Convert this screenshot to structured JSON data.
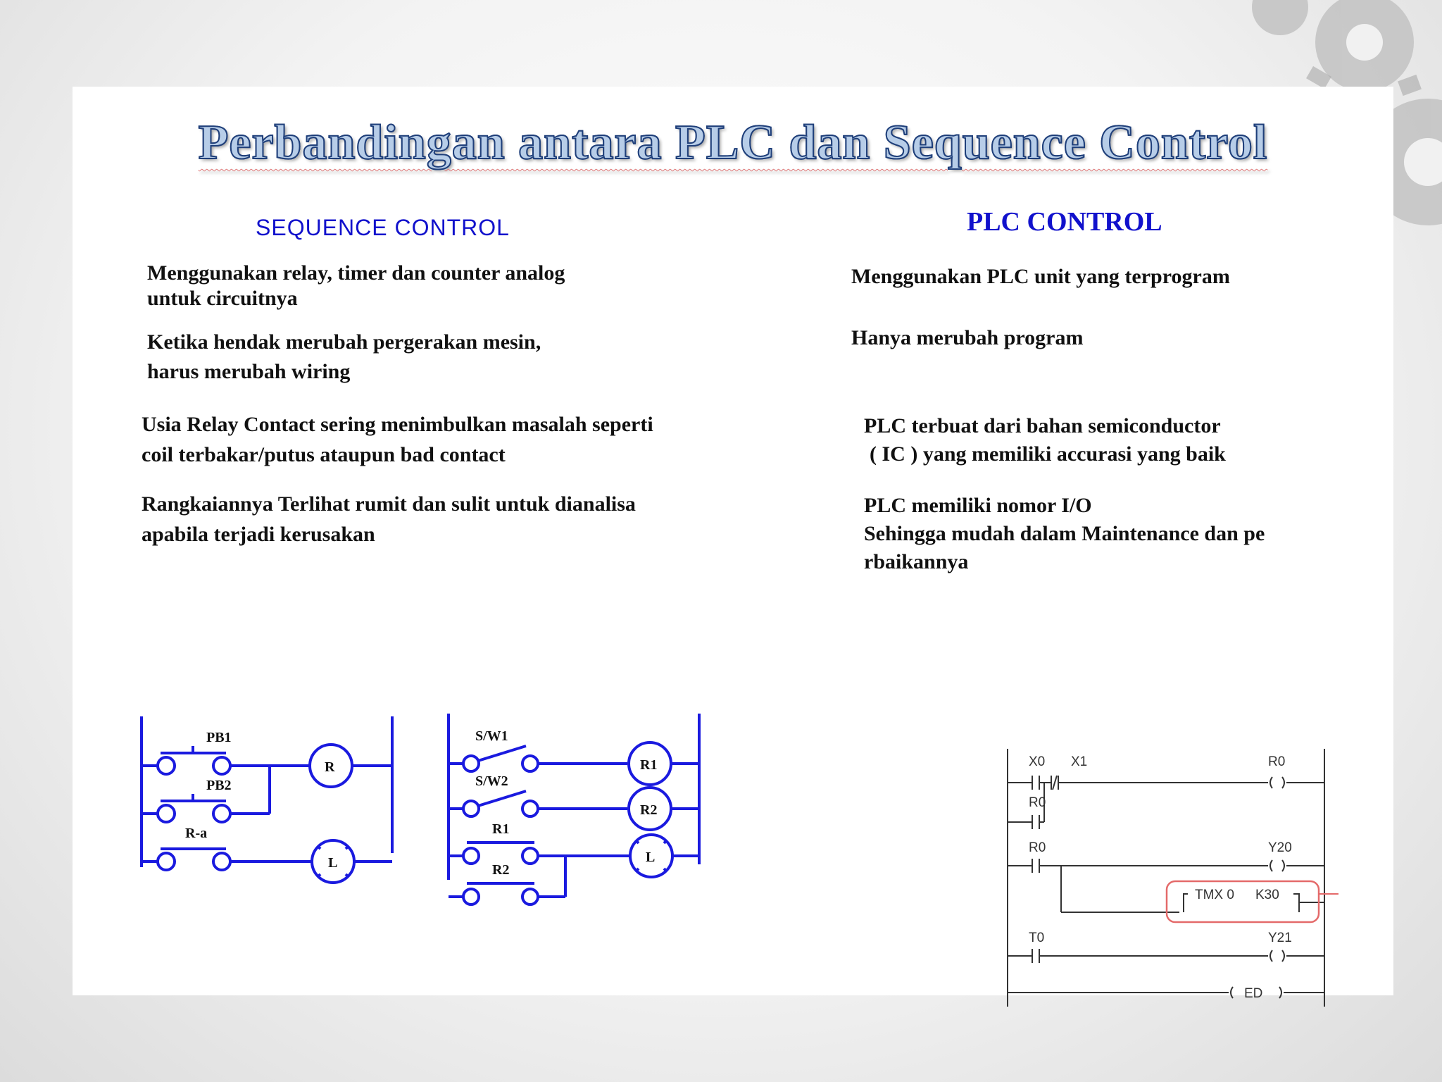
{
  "slide": {
    "title": "Perbandingan antara PLC dan Sequence Control"
  },
  "sequence": {
    "heading": "SEQUENCE CONTROL",
    "points": [
      [
        "Menggunakan relay, timer dan counter analog",
        "untuk circuitnya"
      ],
      [
        "Ketika hendak merubah pergerakan mesin,",
        "harus merubah wiring"
      ],
      [
        "Usia Relay Contact sering menimbulkan masalah seperti",
        "coil terbakar/putus ataupun bad contact"
      ],
      [
        "Rangkaiannya Terlihat rumit dan sulit untuk dianalisa",
        "apabila terjadi kerusakan"
      ]
    ]
  },
  "plc": {
    "heading": "PLC CONTROL",
    "points": [
      [
        "Menggunakan PLC unit yang terprogram"
      ],
      [
        "Hanya merubah program"
      ],
      [
        "PLC terbuat dari bahan semiconductor",
        "( IC ) yang memiliki accurasi yang baik"
      ],
      [
        "PLC memiliki nomor I/O",
        "Sehingga mudah dalam Maintenance dan pe",
        "rbaikannya"
      ]
    ]
  },
  "relay_diagram_1": {
    "labels": {
      "pb1": "PB1",
      "pb2": "PB2",
      "ra": "R-a",
      "coil_r": "R",
      "lamp_l": "L"
    }
  },
  "relay_diagram_2": {
    "labels": {
      "sw1": "S/W1",
      "sw2": "S/W2",
      "r1": "R1",
      "r2": "R2",
      "coil_r1": "R1",
      "coil_r2": "R2",
      "lamp_l": "L"
    }
  },
  "ladder_diagram": {
    "labels": {
      "x0": "X0",
      "x1": "X1",
      "r0_out": "R0",
      "r0_hold": "R0",
      "r0_in": "R0",
      "y20": "Y20",
      "tmx": "TMX 0",
      "k30": "K30",
      "t0": "T0",
      "y21": "Y21",
      "ed": "ED"
    }
  },
  "colors": {
    "diagram_blue": "#1a1adf",
    "heading_blue": "#1111cc",
    "highlight": "#e46a6a"
  }
}
